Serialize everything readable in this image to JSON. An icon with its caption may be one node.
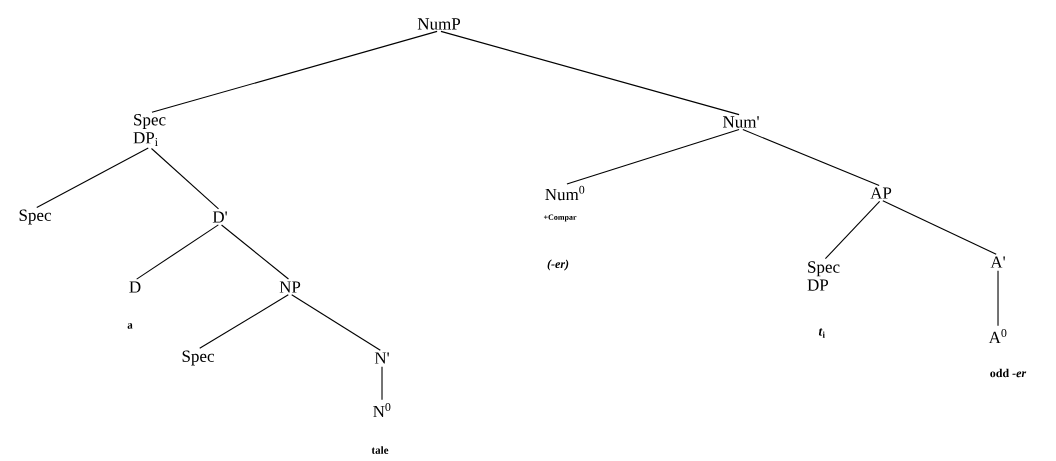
{
  "diagram": {
    "nodes": [
      {
        "text": [
          "NumP"
        ]
      },
      {
        "text": [
          "Spec DP$_{i}$"
        ]
      },
      {
        "text": [
          "Num'"
        ]
      },
      {
        "text": [
          "Spec"
        ]
      },
      {
        "text": [
          "D'"
        ]
      },
      {
        "text": [
          "Num$^{0}$"
        ],
        "beside": [
          "+Compar",
          "(-er)"
        ]
      },
      {
        "text": [
          "AP"
        ]
      },
      {
        "text": [
          "D"
        ],
        "beside": [
          "a"
        ]
      },
      {
        "text": [
          "NP"
        ]
      },
      {
        "text": [
          "Spec DP"
        ],
        "beside": [
          "*t*$_{i}$"
        ]
      },
      {
        "text": [
          "A'"
        ]
      },
      {
        "text": [
          "Spec"
        ]
      },
      {
        "text": [
          "N'"
        ]
      },
      {
        "text": [
          "A$^{0}$"
        ],
        "beside": [
          "odd *-er*"
        ]
      },
      {
        "text": [
          "N$^{0}$"
        ],
        "beside": [
          "tale"
        ]
      }
    ],
    "edges": [
      {
        "from": 0,
        "to": 1,
        "arrow": "none"
      },
      {
        "from": 0,
        "to": 2,
        "arrow": "none"
      },
      {
        "from": 1,
        "to": 3,
        "arrow": "none"
      },
      {
        "from": 1,
        "to": 4,
        "arrow": "none"
      },
      {
        "from": 2,
        "to": 5,
        "arrow": "none"
      },
      {
        "from": 2,
        "to": 6,
        "arrow": "none"
      },
      {
        "from": 4,
        "to": 7,
        "arrow": "none"
      },
      {
        "from": 4,
        "to": 8,
        "arrow": "none"
      },
      {
        "from": 6,
        "to": 9,
        "arrow": "none"
      },
      {
        "from": 6,
        "to": 10,
        "arrow": "none"
      },
      {
        "from": 8,
        "to": 11,
        "arrow": "none"
      },
      {
        "from": 8,
        "to": 12,
        "arrow": "none"
      },
      {
        "from": 10,
        "to": 13,
        "arrow": "none"
      },
      {
        "from": 12,
        "to": 14,
        "arrow": "none"
      }
    ]
  }
}
